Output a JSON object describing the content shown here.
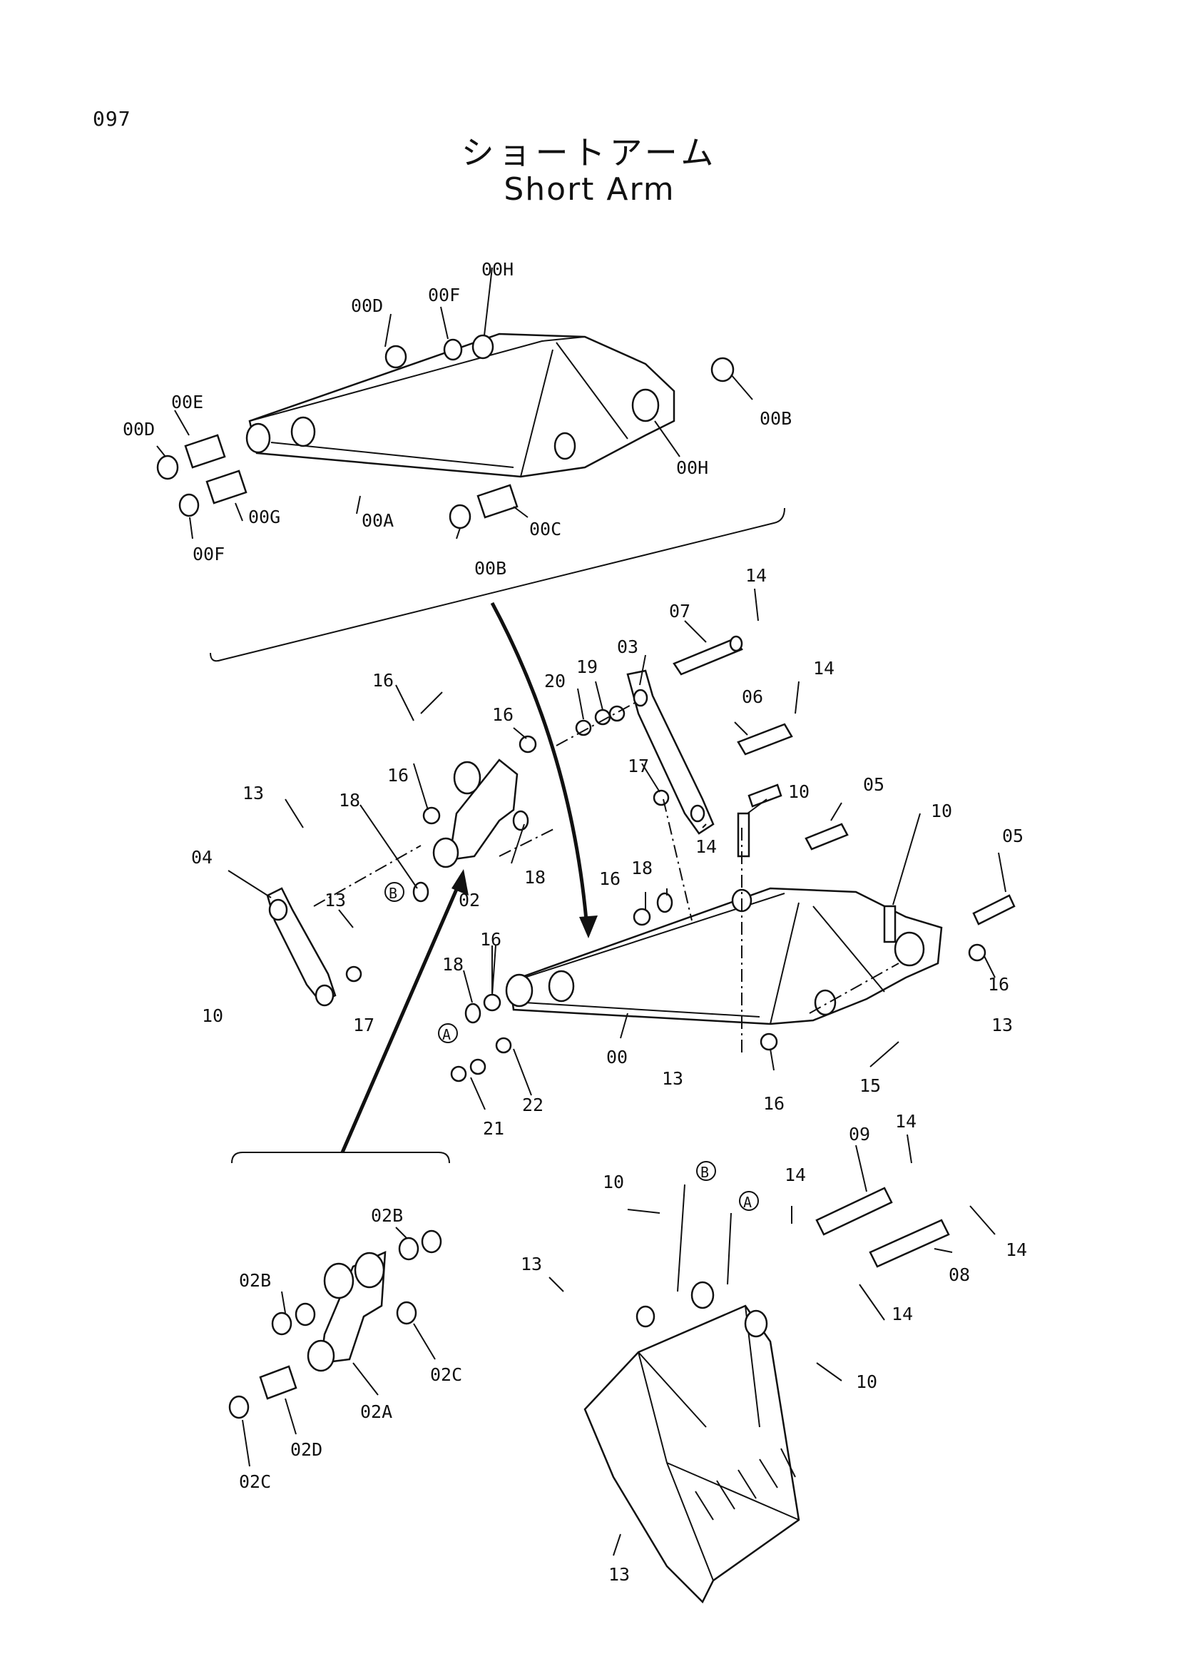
{
  "page": {
    "number": "097"
  },
  "title": {
    "japanese": "ショートアーム",
    "english": "Short Arm"
  },
  "callouts": {
    "arm_assembly": [
      "00D",
      "00F",
      "00H",
      "00E",
      "00D",
      "00B",
      "00H",
      "00G",
      "00A",
      "00C",
      "00F",
      "00B"
    ],
    "link_assembly": [
      "14",
      "07",
      "03",
      "20",
      "19",
      "16",
      "16",
      "14",
      "06",
      "13",
      "16",
      "18",
      "17",
      "10",
      "05",
      "10",
      "05",
      "04",
      "14",
      "B",
      "02",
      "18",
      "13",
      "16",
      "18",
      "18",
      "16",
      "16",
      "10",
      "17",
      "A",
      "00",
      "13",
      "16",
      "13",
      "15",
      "22",
      "21"
    ],
    "link_02_detail": [
      "02B",
      "02B",
      "02C",
      "02A",
      "02D",
      "02C"
    ],
    "bucket_assembly": [
      "14",
      "09",
      "B",
      "10",
      "14",
      "A",
      "14",
      "13",
      "08",
      "14",
      "10",
      "13"
    ]
  },
  "reference_markers": [
    "A",
    "B"
  ]
}
